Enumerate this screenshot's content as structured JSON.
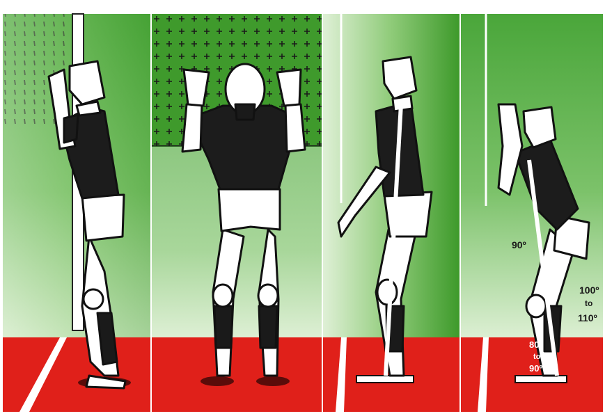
{
  "illustration": {
    "panels": [
      {
        "name": "panel-1",
        "view": "side-facing-wall"
      },
      {
        "name": "panel-2",
        "view": "front-facing"
      },
      {
        "name": "panel-3",
        "view": "side-arms-low"
      },
      {
        "name": "panel-4",
        "view": "side-crouched"
      }
    ],
    "annotations": {
      "hip_angle": "90º",
      "knee_angle_line1": "100º",
      "knee_angle_line2": "to",
      "knee_angle_line3": "110º",
      "ankle_angle_line1": "80º",
      "ankle_angle_line2": "to",
      "ankle_angle_line3": "90º"
    },
    "colors": {
      "wall_green_dark": "#3f9a2c",
      "wall_green_light": "#dff0d6",
      "floor_red": "#e0201a",
      "jersey": "#1c1c1c",
      "skin": "#ffffff"
    }
  }
}
